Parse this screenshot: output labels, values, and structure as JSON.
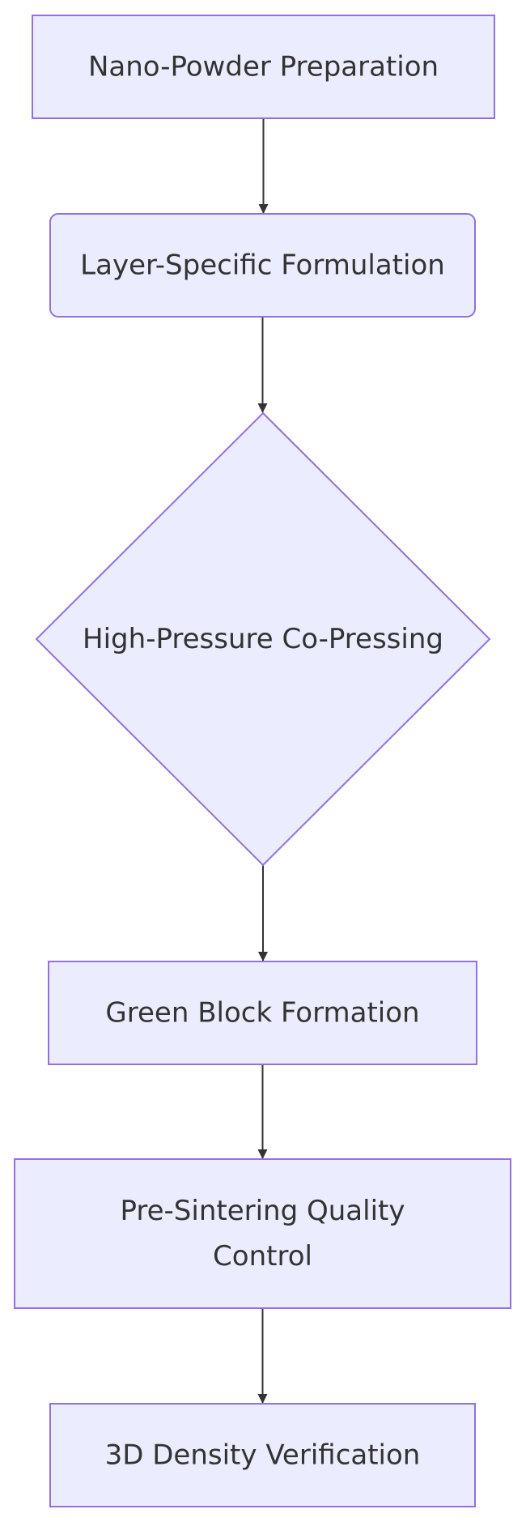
{
  "diagram": {
    "type": "flowchart",
    "direction": "top-down",
    "colors": {
      "node_fill": "#ECECFF",
      "node_stroke": "#9370DB",
      "text": "#333333",
      "edge": "#333333",
      "background": "#ffffff"
    },
    "nodes": [
      {
        "id": "n1",
        "shape": "rect",
        "label_lines": [
          "Nano-Powder Preparation"
        ]
      },
      {
        "id": "n2",
        "shape": "rounded-rect",
        "label_lines": [
          "Layer-Specific Formulation"
        ]
      },
      {
        "id": "n3",
        "shape": "diamond",
        "label_lines": [
          "High-Pressure Co-Pressing"
        ]
      },
      {
        "id": "n4",
        "shape": "rect",
        "label_lines": [
          "Green Block Formation"
        ]
      },
      {
        "id": "n5",
        "shape": "rect",
        "label_lines": [
          "Pre-Sintering Quality",
          "Control"
        ]
      },
      {
        "id": "n6",
        "shape": "rect",
        "label_lines": [
          "3D Density Verification"
        ]
      }
    ],
    "edges": [
      {
        "from": "n1",
        "to": "n2"
      },
      {
        "from": "n2",
        "to": "n3"
      },
      {
        "from": "n3",
        "to": "n4"
      },
      {
        "from": "n4",
        "to": "n5"
      },
      {
        "from": "n5",
        "to": "n6"
      }
    ]
  }
}
